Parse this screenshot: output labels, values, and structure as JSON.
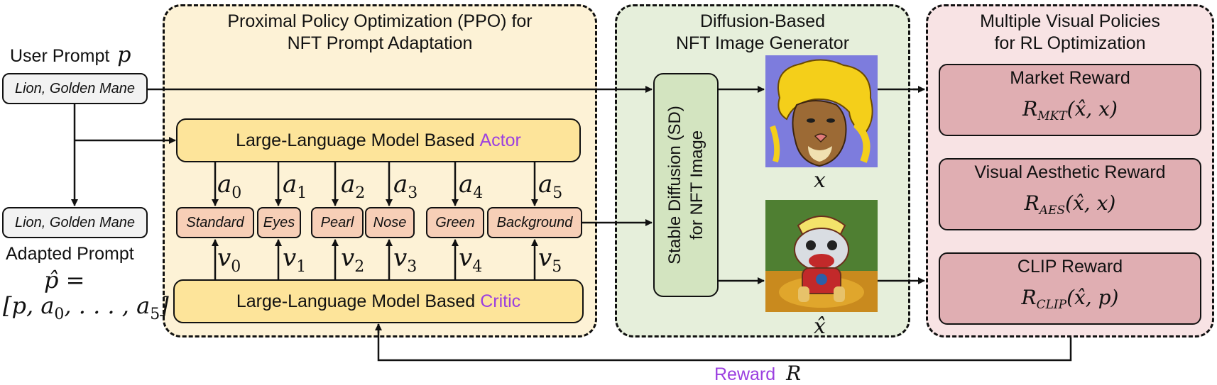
{
  "panels": {
    "ppo": {
      "title_line1": "Proximal Policy Optimization (PPO) for",
      "title_line2": "NFT Prompt Adaptation",
      "fill": "#fdf2d6"
    },
    "diffusion": {
      "title_line1": "Diffusion-Based",
      "title_line2": "NFT Image Generator",
      "fill": "#e6efdb"
    },
    "rewards": {
      "title_line1": "Multiple Visual Policies",
      "title_line2": "for RL Optimization",
      "fill": "#f8e3e4"
    }
  },
  "left": {
    "user_prompt_label": "User Prompt",
    "user_prompt_symbol": "p",
    "user_prompt_text": "Lion, Golden Mane",
    "adapted_prompt_text": "Lion, Golden Mane",
    "adapted_prompt_label": "Adapted Prompt",
    "adapted_line1": "p̂ =",
    "adapted_line2_open": "[p, a",
    "adapted_line2_sub0": "0",
    "adapted_line2_mid": ", . . . , a",
    "adapted_line2_sub5": "5",
    "adapted_line2_close": "]"
  },
  "actor": {
    "prefix": "Large-Language Model Based",
    "accent": "Actor",
    "accent_color": "#9b3fe0"
  },
  "critic": {
    "prefix": "Large-Language Model Based",
    "accent": "Critic",
    "accent_color": "#9b3fe0"
  },
  "tokens": [
    {
      "text": "Standard",
      "a": "a",
      "a_sub": "0",
      "v": "v",
      "v_sub": "0"
    },
    {
      "text": "Eyes",
      "a": "a",
      "a_sub": "1",
      "v": "v",
      "v_sub": "1"
    },
    {
      "text": "Pearl",
      "a": "a",
      "a_sub": "2",
      "v": "v",
      "v_sub": "2"
    },
    {
      "text": "Nose",
      "a": "a",
      "a_sub": "3",
      "v": "v",
      "v_sub": "3"
    },
    {
      "text": "Green",
      "a": "a",
      "a_sub": "4",
      "v": "v",
      "v_sub": "4"
    },
    {
      "text": "Background",
      "a": "a",
      "a_sub": "5",
      "v": "v",
      "v_sub": "5"
    }
  ],
  "sd": {
    "line1": "Stable Diffusion (SD)",
    "line2": "for NFT Image"
  },
  "images": {
    "x_label": "x",
    "xhat_label": "x̂"
  },
  "rewards": [
    {
      "name": "Market Reward",
      "R": "R",
      "sub": "MKT",
      "args": "(x̂, x)"
    },
    {
      "name": "Visual Aesthetic Reward",
      "R": "R",
      "sub": "AES",
      "args": "(x̂, x)"
    },
    {
      "name": "CLIP Reward",
      "R": "R",
      "sub": "CLIP",
      "args": "(x̂, p)"
    }
  ],
  "feedback": {
    "label": "Reward",
    "symbol": "R",
    "label_color": "#9b3fe0"
  },
  "colors": {
    "token_fill": "#f7cfb7",
    "llm_fill": "#fde49a",
    "prompt_fill": "#f2f2f2",
    "reward_fill": "#e0aeb2",
    "sd_fill": "#d3e4c0"
  }
}
